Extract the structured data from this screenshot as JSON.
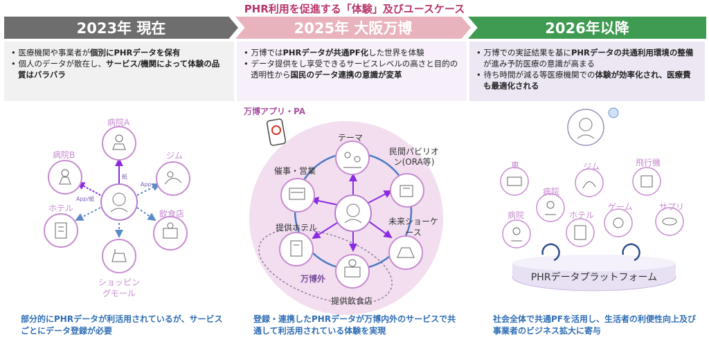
{
  "header": {
    "title": "PHR利用を促進する「体験」及びユースケース"
  },
  "columns": [
    {
      "banner": "2023年 現在",
      "bullets": [
        {
          "pre": "医療機関や事業者が",
          "bold": "個別にPHRデータを保有",
          "post": ""
        },
        {
          "pre": "個人のデータが散在し、",
          "bold": "サービス/機関によって体験の品質はバラバラ",
          "post": ""
        }
      ],
      "footer": "部分的にPHRデータが利活用されているが、サービスごとにデータ登録が必要"
    },
    {
      "banner": "2025年 大阪万博",
      "bullets": [
        {
          "pre": "万博では",
          "bold": "PHRデータが共通PF化",
          "post": "した世界を体験"
        },
        {
          "pre": "データ提供をし享受できるサービスレベルの高さと目的の透明性から",
          "bold": "国民のデータ連携の意識が変革",
          "post": ""
        }
      ],
      "footer": "登録・連携したPHRデータが万博内外のサービスで共通して利活用されている体験を実現"
    },
    {
      "banner": "2026年以降",
      "bullets": [
        {
          "pre": "万博での実証結果を基に",
          "bold": "PHRデータの共通利用環境の整備",
          "post": "が進み予防医療の意識が高まる"
        },
        {
          "pre": "待ち時間が減る等医療機関での",
          "bold": "体験が効率化され、医療費も最適化される",
          "post": ""
        }
      ],
      "footer": "社会全体で共通PFを活用し、生活者の利便性向上及び事業者のビジネス拡大に寄与"
    }
  ],
  "diagram2023": {
    "nodes": [
      "病院A",
      "病院B",
      "ジム",
      "ホテル",
      "飲食店",
      "ショッピングモール"
    ],
    "edge_labels": [
      "紙",
      "App",
      "App/紙"
    ]
  },
  "diagram2025": {
    "app_label": "万博アプリ・PA",
    "nodes": [
      "テーマ",
      "民間パビリオン(ORA等)",
      "催事・営業",
      "提供ホテル",
      "未来ショーケース",
      "提供飲食店"
    ],
    "outside_label": "万博外"
  },
  "diagram2026": {
    "nodes": [
      "車",
      "ジム",
      "飛行機",
      "病院",
      "病院",
      "ホテル",
      "ゲーム",
      "サプリ"
    ],
    "platform": "PHRデータプラットフォーム"
  },
  "colors": {
    "accent": "#b8336a",
    "banner_past": "#6e6e6e",
    "banner_expo": "#e9b3bd",
    "banner_future": "#3f9a52",
    "node": "#a35cc4",
    "arrow": "#8a2be2",
    "dotted": "#5b8ac8",
    "footer": "#2f6db5"
  }
}
